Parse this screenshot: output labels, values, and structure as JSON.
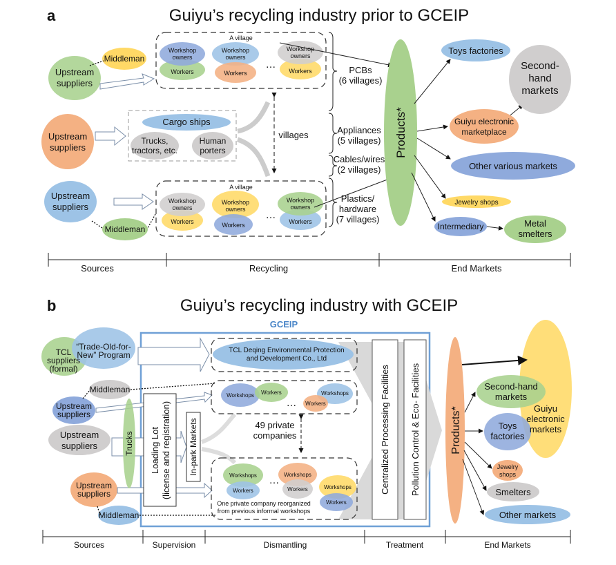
{
  "colors": {
    "green": "#a9d18e",
    "yellow": "#ffd966",
    "blue": "#9dc3e6",
    "darkblue": "#8faadc",
    "orange": "#f4b183",
    "gray": "#d0cece",
    "gceip": "#4a86c8"
  },
  "a": {
    "label": "a",
    "title": "Guiyu’s recycling industry prior to GCEIP",
    "upstream": [
      "Upstream",
      "suppliers"
    ],
    "middleman": "Middleman",
    "cargo_ships": "Cargo ships",
    "trucks": [
      "Trucks,",
      "tractors, etc."
    ],
    "porters": [
      "Human",
      "porters"
    ],
    "a_village": "A village",
    "workshop_owners": [
      "Workshop",
      "owners"
    ],
    "workers": "Workers",
    "ellipsis": "…",
    "villages": "villages",
    "pcbs": [
      "PCBs",
      "(6 villages)"
    ],
    "appliances": [
      "Appliances",
      "(5 villages)"
    ],
    "cables": [
      "Cables/wires",
      "(2 villages)"
    ],
    "plastics": [
      "Plastics/",
      "hardware",
      "(7 villages)"
    ],
    "products": "Products*",
    "toys": "Toys factories",
    "second_hand": [
      "Second-",
      "hand",
      "markets"
    ],
    "guiyu_marketplace": [
      "Guiyu electronic",
      "marketplace"
    ],
    "other": "Other various markets",
    "jewelry": "Jewelry shops",
    "intermediary": "Intermediary",
    "metal": [
      "Metal",
      "smelters"
    ],
    "axis": [
      "Sources",
      "Recycling",
      "End Markets"
    ]
  },
  "b": {
    "label": "b",
    "title": "Guiyu’s recycling industry with GCEIP",
    "gceip": "GCEIP",
    "tcl_suppliers": [
      "TCL",
      "suppliers",
      "(formal)"
    ],
    "trade_old": [
      "“Trade-Old-for-",
      "New” Program"
    ],
    "middleman": "Middleman",
    "upstream": [
      "Upstream",
      "suppliers"
    ],
    "trucks": "Trucks",
    "loading_lot": [
      "Loading Lot",
      "(license and registration)"
    ],
    "in_park": "In-park Markets",
    "tcl_deqing": [
      "TCL Deqing Environmental Protection",
      "and Development Co., Ltd"
    ],
    "workshops": "Workshops",
    "workers": "Workers",
    "ellipsis": "…",
    "private": [
      "49 private",
      "companies"
    ],
    "reorganized": [
      "One private company reorganized",
      "from previous informal workshops"
    ],
    "centralized": "Centralized Processing Facilities",
    "pollution": "Pollution Control & Eco- Facilities",
    "products": "Products*",
    "guiyu_markets": [
      "Guiyu",
      "electronic",
      "markets"
    ],
    "second_hand": [
      "Second-hand",
      "markets"
    ],
    "toys": [
      "Toys",
      "factories"
    ],
    "jewelry": [
      "Jewelry",
      "shops"
    ],
    "smelters": "Smelters",
    "other": "Other markets",
    "axis": [
      "Sources",
      "Supervision",
      "Dismantling",
      "Treatment",
      "End Markets"
    ]
  }
}
